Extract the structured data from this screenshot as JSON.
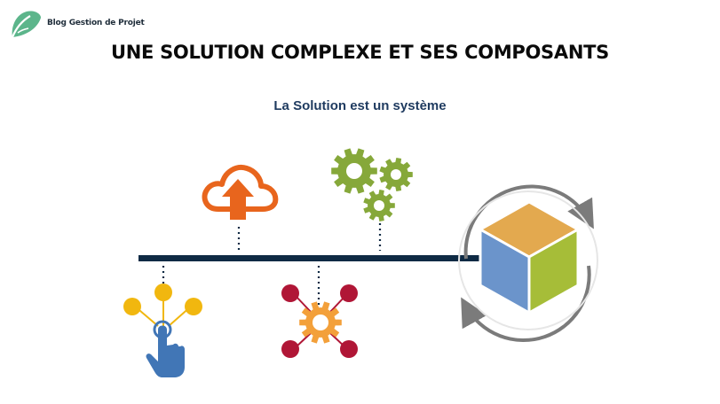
{
  "brand": {
    "name": "Blog Gestion de Projet"
  },
  "page": {
    "title": "UNE SOLUTION COMPLEXE ET SES COMPOSANTS",
    "subtitle": "La Solution est un système"
  },
  "colors": {
    "brand_green": "#5cb58b",
    "timeline": "#0f2a44",
    "cloud_orange": "#e8651d",
    "gear_green": "#86a83a",
    "node_yellow": "#f1b70f",
    "hand_blue": "#4176b6",
    "node_red": "#b01636",
    "gear_orange": "#f3a03a",
    "cube_top": "#e3a94f",
    "cube_left": "#6b94cb",
    "cube_right": "#a6bd38",
    "cycle_arrow": "#7b7b7b"
  },
  "icons": {
    "logo": "leaf-logo-icon",
    "cloud": "cloud-upload-icon",
    "gears": "gears-cluster-icon",
    "touch": "touch-network-icon",
    "node": "gear-network-icon",
    "cube": "cube-icon",
    "cycle": "cycle-arrows-icon"
  }
}
